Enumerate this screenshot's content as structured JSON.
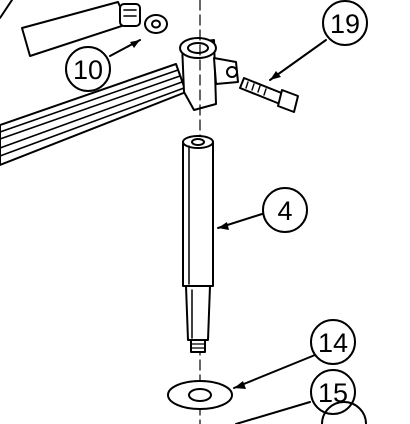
{
  "diagram": {
    "callouts": [
      {
        "id": "part-10",
        "label": "10"
      },
      {
        "id": "part-19",
        "label": "19"
      },
      {
        "id": "part-4",
        "label": "4"
      },
      {
        "id": "part-14",
        "label": "14"
      },
      {
        "id": "part-15",
        "label": "15"
      }
    ],
    "colors": {
      "line": "#000000",
      "background": "#ffffff"
    }
  }
}
